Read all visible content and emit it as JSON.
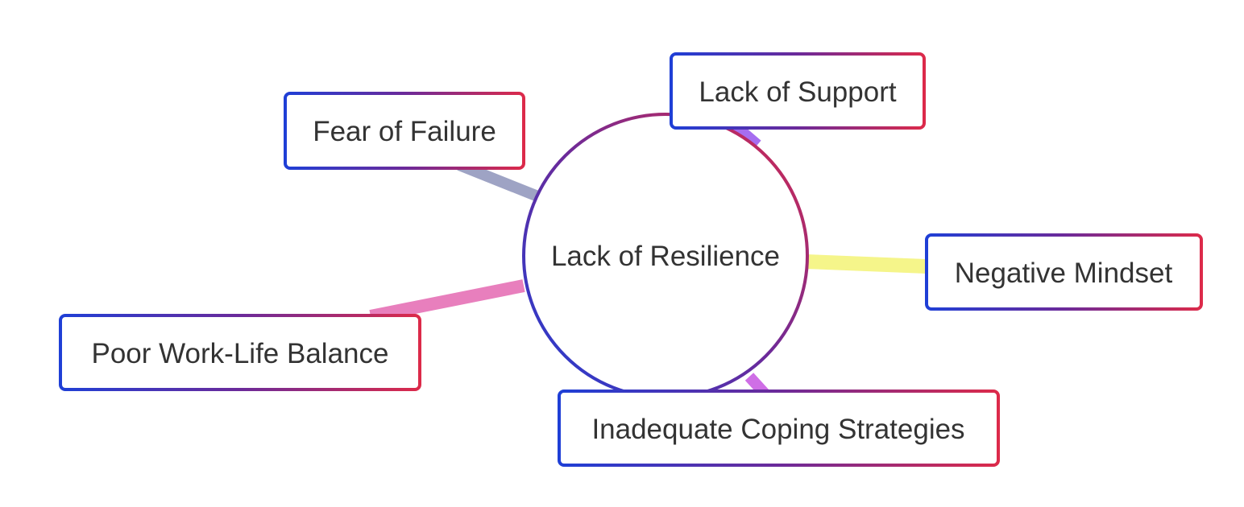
{
  "mindmap": {
    "center": {
      "label": "Lack of Resilience"
    },
    "branches": [
      {
        "id": "fear-of-failure",
        "label": "Fear of Failure",
        "edge_color": "#9ea3c4"
      },
      {
        "id": "lack-of-support",
        "label": "Lack of Support",
        "edge_color": "#a66df0"
      },
      {
        "id": "negative-mindset",
        "label": "Negative Mindset",
        "edge_color": "#f5f58a"
      },
      {
        "id": "poor-work-life-balance",
        "label": "Poor Work-Life Balance",
        "edge_color": "#e87fbd"
      },
      {
        "id": "inadequate-coping-strategies",
        "label": "Inadequate Coping Strategies",
        "edge_color": "#cf6ee6"
      }
    ],
    "colors": {
      "border_gradient_start": "#1f3fd6",
      "border_gradient_mid": "#6b2a9a",
      "border_gradient_end": "#dc2a4a",
      "node_fill": "#ffffff",
      "text": "#333333"
    }
  }
}
